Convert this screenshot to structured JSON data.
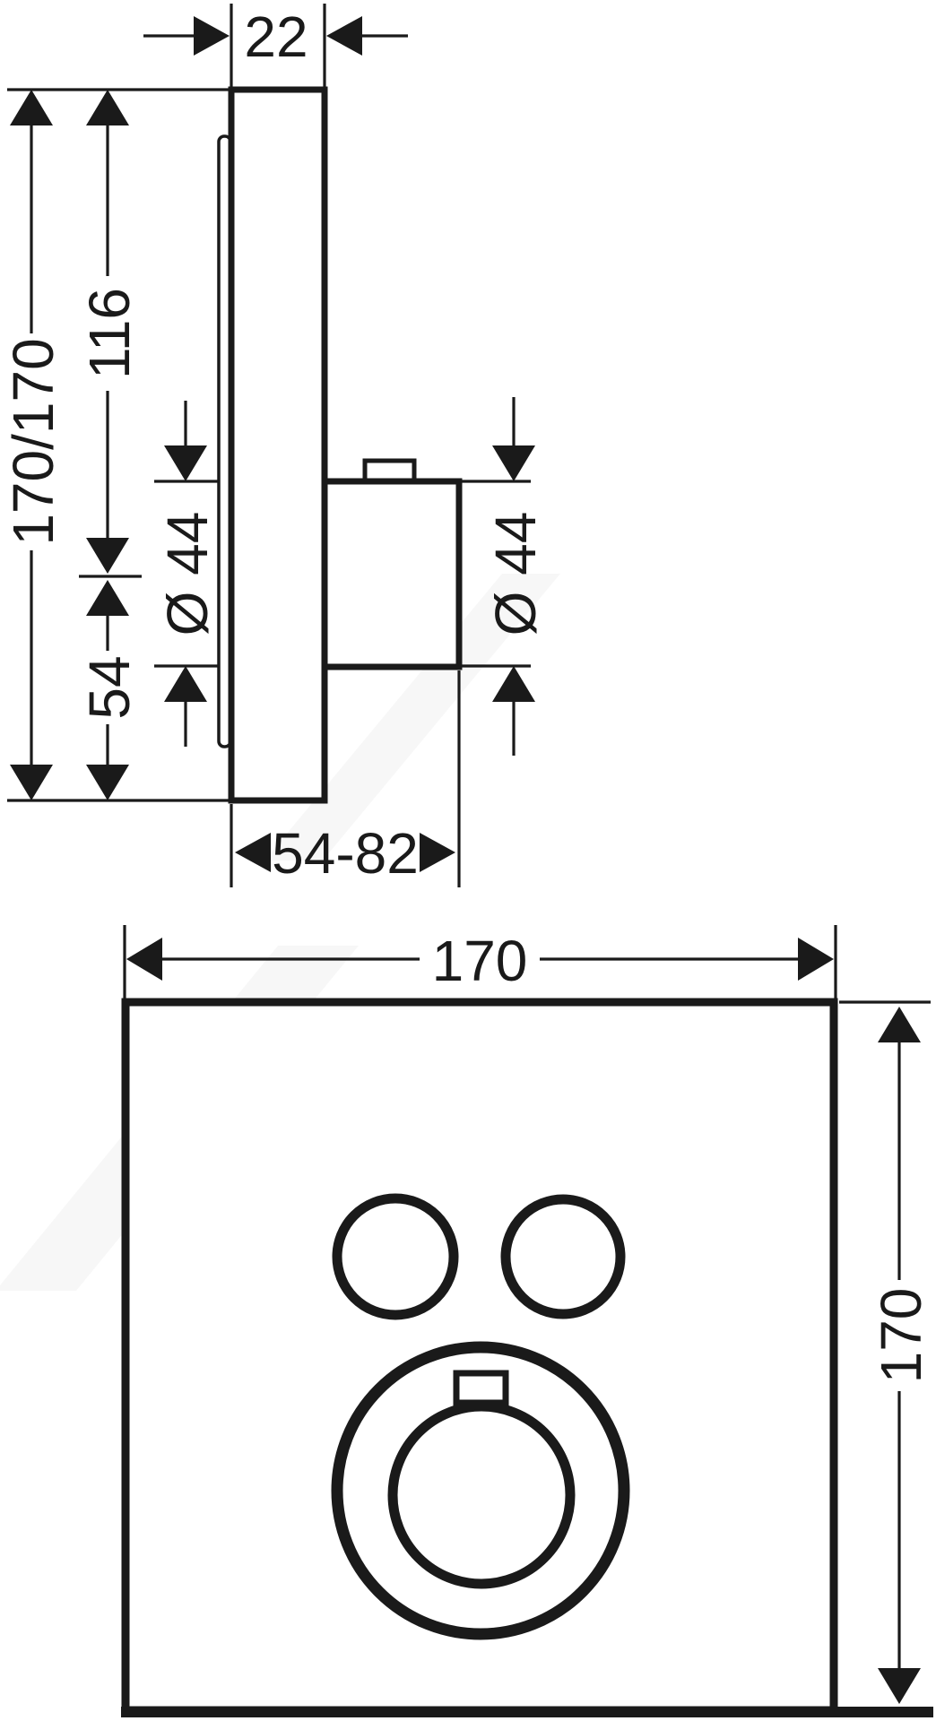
{
  "colors": {
    "ink": "#1a1a1a",
    "background": "#ffffff"
  },
  "side_view": {
    "dim_plate_thickness": "22",
    "dim_overall_height": "170/170",
    "dim_top_to_handle_center": "116",
    "dim_handle_diameter_left": "Ø 44",
    "dim_handle_diameter_right": "Ø 44",
    "dim_handle_center_to_bottom": "54",
    "dim_mounting_depth_range": "54-82"
  },
  "front_view": {
    "dim_width": "170",
    "dim_height": "170"
  }
}
